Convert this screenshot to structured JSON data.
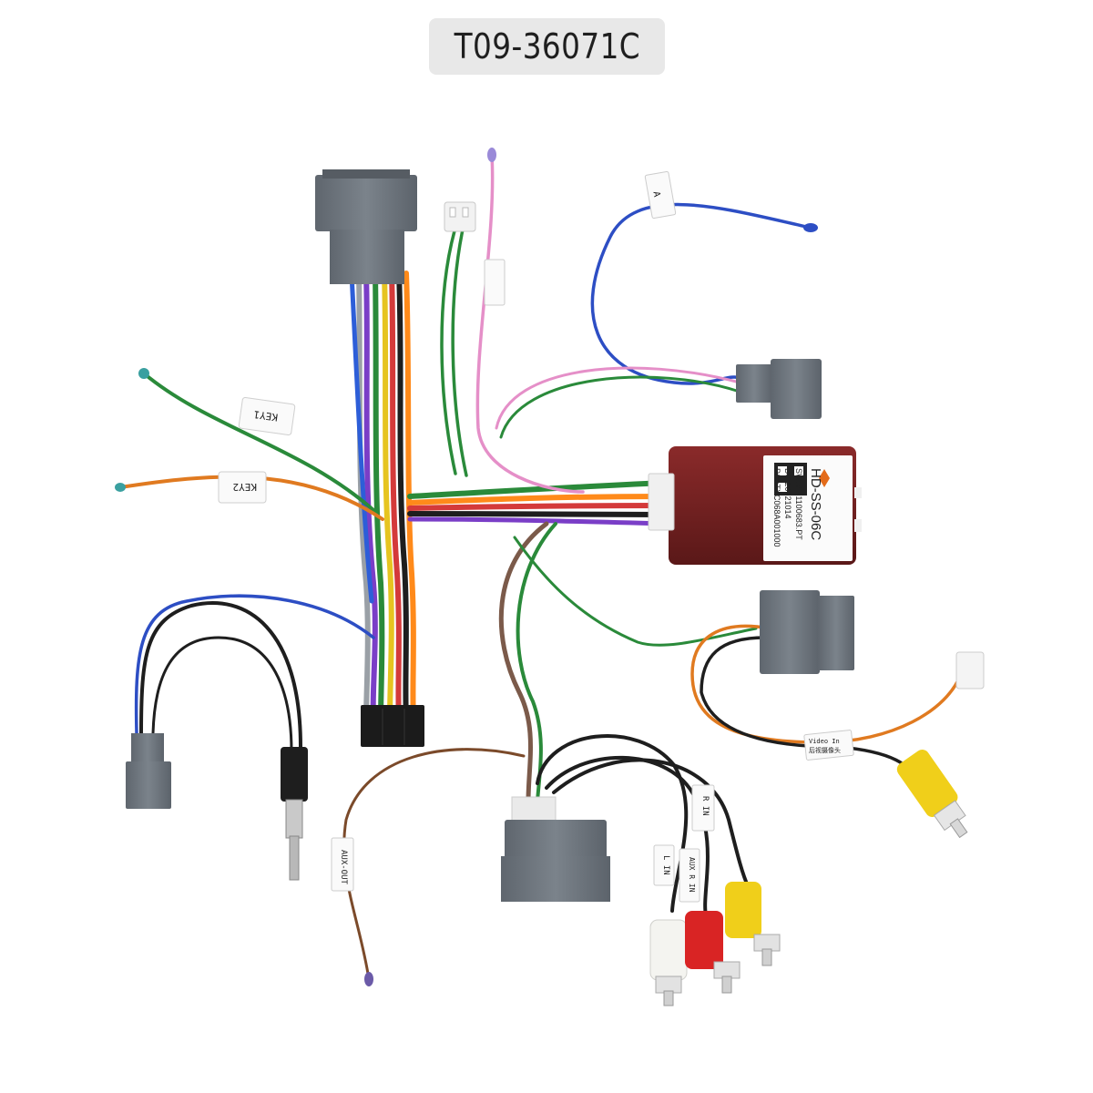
{
  "title": {
    "model": "T09-36071C"
  },
  "module": {
    "name": "HD-SS-06C",
    "lines": [
      "SW:V1.1100683.PT",
      "DC:20221014",
      "P/N:TXC068A001000"
    ]
  },
  "wire_tags": {
    "key1": "KEY1",
    "key2": "KEY2",
    "aux_out": "AUX-OUT",
    "r_in": "R IN",
    "l_in": "L IN",
    "aux_r_in": "AUX R IN",
    "cam": "Video In",
    "cam_cn": "后视摄像头",
    "a_tag": "A"
  },
  "colors": {
    "connector_grey": "#6f7780",
    "module_body": "#6b1f1f",
    "rca_yellow": "#f0cf1a",
    "rca_red": "#d92424",
    "rca_white": "#f4f4f0"
  }
}
